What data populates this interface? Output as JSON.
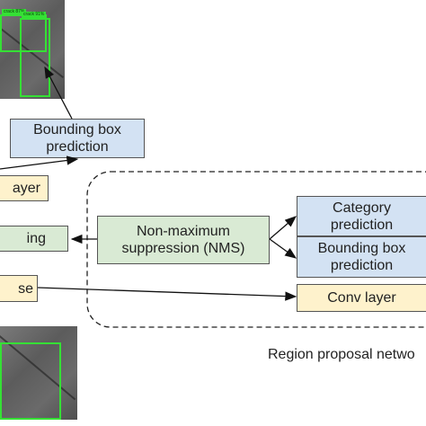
{
  "nodes": {
    "bbox_top": "Bounding box prediction",
    "conv_left": "ayer",
    "ing_left": "ing",
    "se_left": "se",
    "nms": "Non-maximum suppression (NMS)",
    "category": "Category prediction",
    "bbox_right": "Bounding box prediction",
    "conv_right": "Conv layer"
  },
  "detections": {
    "top_label_a": "crack 87%",
    "top_label_b": "crack 91%"
  },
  "region_label": "Region proposal netwo",
  "colors": {
    "prediction_fill": "#d3e2f3",
    "nms_fill": "#d9ead4",
    "conv_fill": "#fef2cc",
    "detection_box": "#35e035"
  }
}
